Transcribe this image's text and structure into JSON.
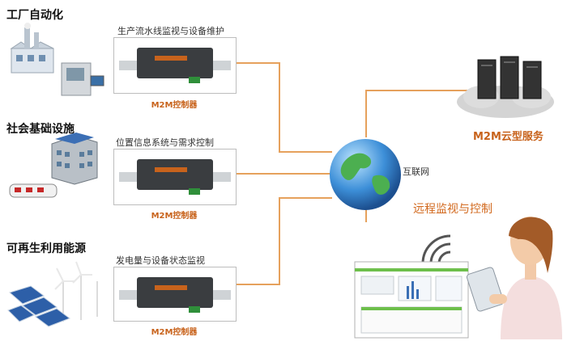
{
  "sections": [
    {
      "title": "工厂自动化",
      "caption": "生产流水线监视与设备维护",
      "controller_label": "M2M控制器"
    },
    {
      "title": "社会基础设施",
      "caption": "位置信息系统与需求控制",
      "controller_label": "M2M控制器"
    },
    {
      "title": "可再生利用能源",
      "caption": "发电量与设备状态监视",
      "controller_label": "M2M控制器"
    }
  ],
  "globe_label": "互联网",
  "cloud_label": "M2M云型服务",
  "remote_label": "远程监视与控制",
  "colors": {
    "connector": "#e6a15c",
    "accent_text": "#c8631c",
    "remote_text": "#d2691e"
  }
}
